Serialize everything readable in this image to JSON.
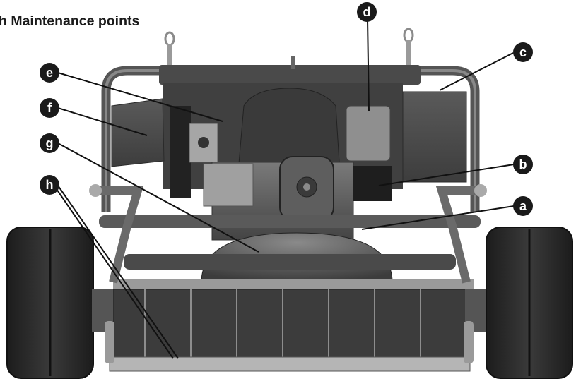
{
  "title": "h Maintenance points",
  "callouts": [
    {
      "letter": "a",
      "name": "callout-a"
    },
    {
      "letter": "b",
      "name": "callout-b"
    },
    {
      "letter": "c",
      "name": "callout-c"
    },
    {
      "letter": "d",
      "name": "callout-d"
    },
    {
      "letter": "e",
      "name": "callout-e"
    },
    {
      "letter": "f",
      "name": "callout-f"
    },
    {
      "letter": "g",
      "name": "callout-g"
    },
    {
      "letter": "h",
      "name": "callout-h"
    }
  ],
  "colors": {
    "callout_fill": "#1a1a1a",
    "callout_text": "#ffffff",
    "metal_dark": "#2e2e2e",
    "metal_mid": "#6b6b6b",
    "metal_light": "#a9a9a9",
    "background": "#ffffff"
  }
}
